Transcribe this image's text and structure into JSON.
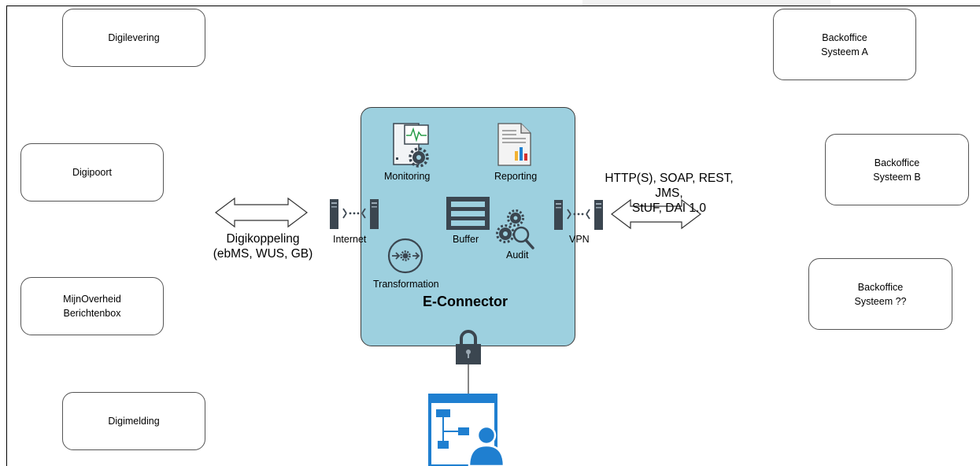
{
  "left_systems": [
    "Digilevering",
    "Digipoort",
    "MijnOverheid\nBerichtenbox",
    "Digimelding"
  ],
  "right_systems": [
    "Backoffice\nSysteem A",
    "Backoffice\nSysteem B",
    "Backoffice\nSysteem ??"
  ],
  "connector": {
    "title": "E-Connector",
    "components": {
      "monitoring": "Monitoring",
      "reporting": "Reporting",
      "buffer": "Buffer",
      "audit": "Audit",
      "transformation": "Transformation"
    },
    "internet_label": "Internet",
    "vpn_label": "VPN"
  },
  "left_protocol": "Digikoppeling\n(ebMS, WUS, GB)",
  "right_protocol": "HTTP(S), SOAP, REST, JMS,\nStUF, DAI 1.0",
  "colors": {
    "panel": "#9dd0df",
    "icon_dark": "#3b4650",
    "icon_blue": "#1f7fd0"
  },
  "icons": [
    "monitoring-icon",
    "reporting-icon",
    "buffer-icon",
    "audit-icon",
    "transformation-icon",
    "server-icon",
    "lock-icon",
    "admin-console-icon"
  ]
}
